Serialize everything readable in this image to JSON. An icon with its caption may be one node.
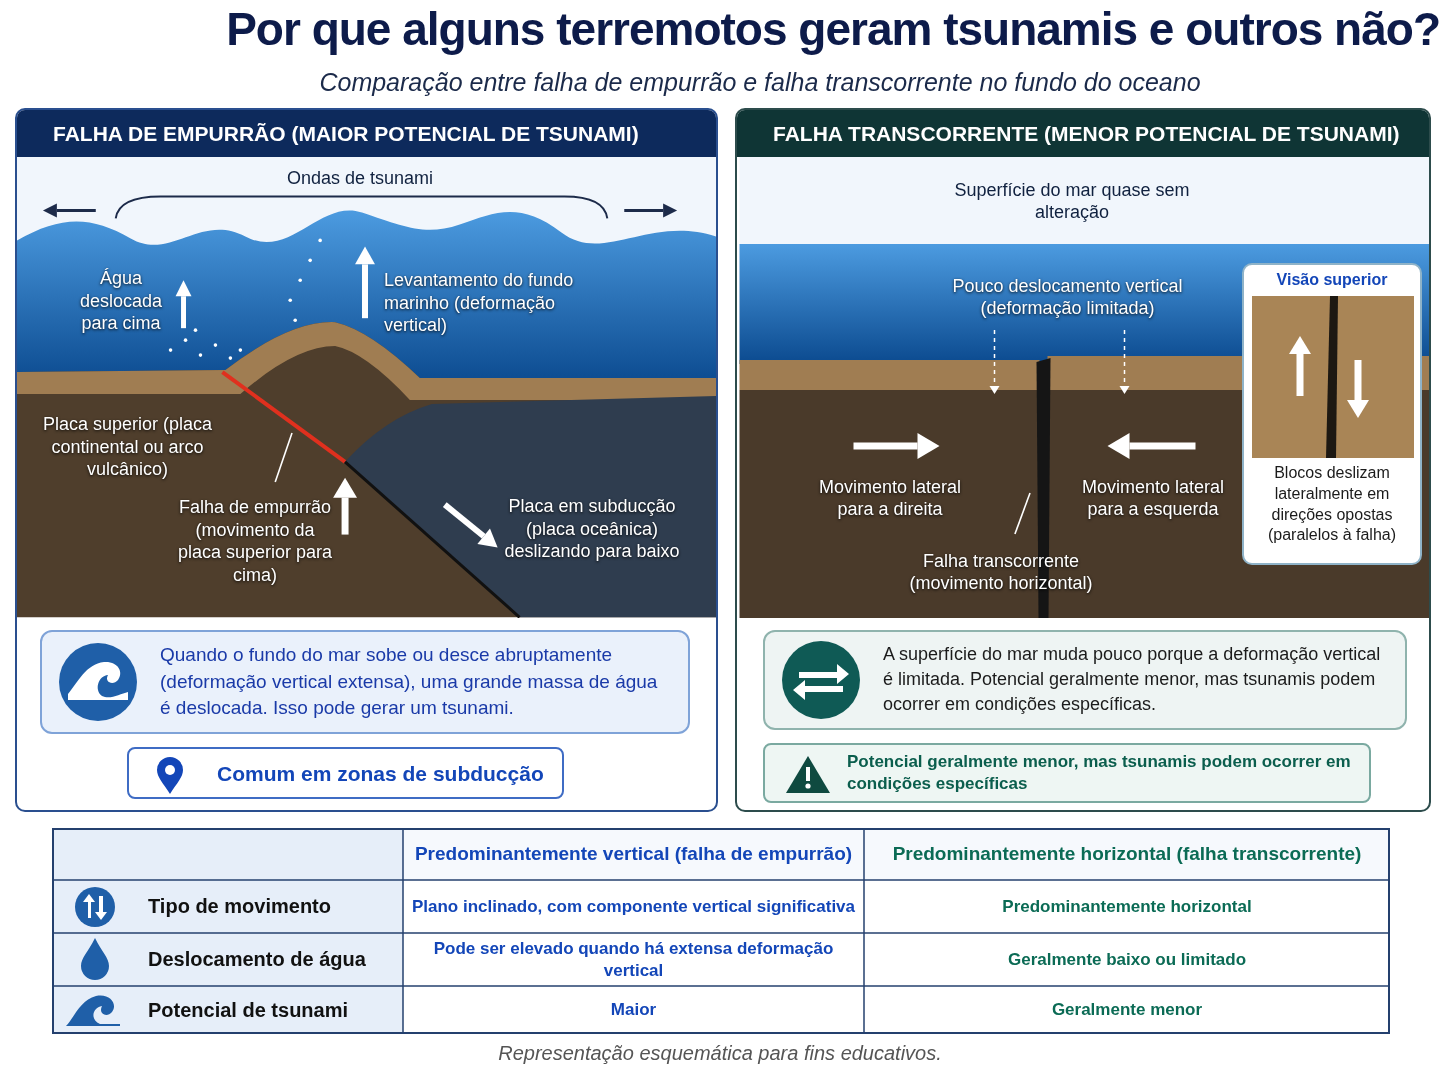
{
  "diagram": {
    "title": "Por que alguns terremotos geram tsunamis e outros não?",
    "caption": "Representação esquemática para fins educativos.",
    "nodes": [
      {
        "text": [
          "FALHA DE EMPURRÃO (MAIOR POTENCIAL DE TSUNAMI)"
        ]
      },
      {
        "text": [
          "Falha de empurrão (movimento da placa superior para cima)"
        ],
        "in": 0
      },
      {
        "text": [
          "Quando o fundo do mar sobe ou desce abruptamente (deformação vertical extensa), uma grande massa de água é deslocada. Isso pode gerar um tsunami."
        ],
        "in": 0
      },
      {
        "text": [
          "Comum em zonas de subducção"
        ],
        "in": 0
      },
      {
        "text": [
          "FALHA TRANSCORRENTE (MENOR POTENCIAL DE TSUNAMI)"
        ]
      },
      {
        "text": [
          "Visão superior",
          "Blocos deslizam lateralmente em direções opostas (paralelos à falha)"
        ],
        "in": 4
      },
      {
        "text": [
          "Falha transcorrente (movimento horizontal)"
        ],
        "in": 4
      },
      {
        "text": [
          "A superfície do mar muda pouco porque a deformação vertical é limitada. Potencial geralmente menor, mas tsunamis podem ocorrer em condições específicas."
        ],
        "in": 4
      },
      {
        "text": [
          "Potencial geralmente menor, mas tsunamis podem ocorrer em condições específicas"
        ],
        "in": 4
      }
    ],
    "edges": [
      {
        "from": 1,
        "to": null,
        "arrow": "none"
      },
      {
        "from": 6,
        "to": null,
        "arrow": "none"
      }
    ],
    "labels": [
      "Comparação entre falha de empurrão e falha transcorrente no fundo do oceano",
      "Ondas de tsunami",
      "Água deslocada para cima",
      "Levantamento do fundo marinho (deformação vertical)",
      "Placa superior (placa continental ou arco vulcânico)",
      "Placa em subducção (placa oceânica) deslizando para baixo",
      "Superfície do mar quase sem alteração",
      "Pouco deslocamento vertical (deformação limitada)",
      "Movimento lateral para a direita",
      "Movimento lateral para a esquerda",
      "Predominantemente vertical (falha de empurrão)",
      "Predominantemente horizontal (falha transcorrente)",
      "Tipo de movimento",
      "Plano inclinado, com componente vertical significativa",
      "Predominantemente horizontal",
      "Deslocamento de água",
      "Pode ser elevado quando há extensa deformação vertical",
      "Geralmente baixo ou limitado",
      "Potencial de tsunami",
      "Maior",
      "Geralmente menor"
    ]
  }
}
